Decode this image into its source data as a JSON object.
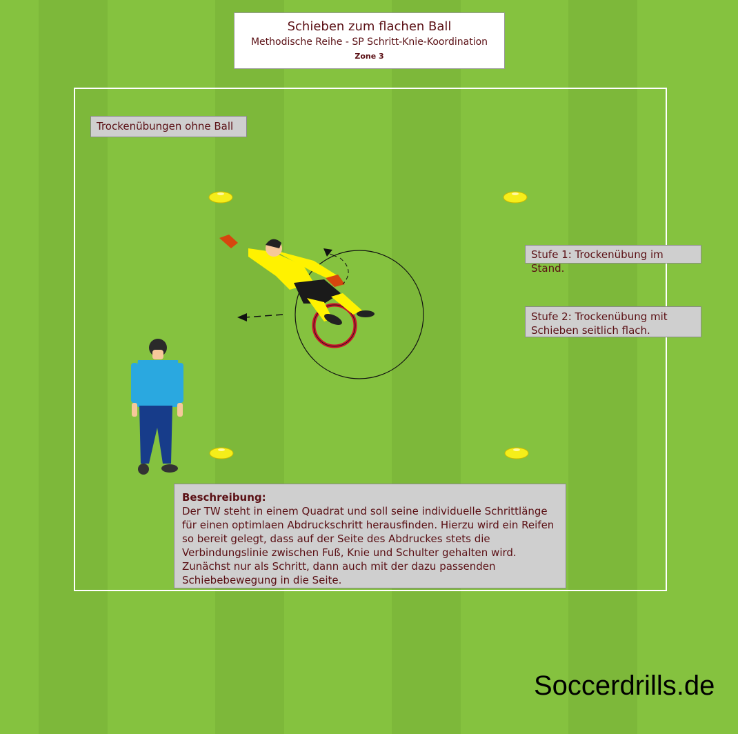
{
  "title": {
    "main": "Schieben zum flachen Ball",
    "subtitle": "Methodische Reihe - SP Schritt-Knie-Koordination",
    "zone": "Zone 3"
  },
  "labels": {
    "dry": "Trockenübungen ohne Ball",
    "stage1": "Stufe 1: Trockenübung im Stand.",
    "stage2": "Stufe 2: Trockenübung mit Schieben seitlich flach."
  },
  "description": {
    "heading": "Beschreibung:",
    "text": "Der TW steht in einem Quadrat und soll seine individuelle Schrittlänge für einen optimlaen Abdruckschritt herausfinden. Hierzu wird ein Reifen so bereit gelegt, dass auf der Seite des Abdruckes stets die Verbindungslinie zwischen Fuß, Knie und Schulter gehalten wird. Zunächst nur als Schritt, dann auch mit der dazu passenden Schiebebewegung  in die Seite."
  },
  "brand": "Soccerdrills.de",
  "colors": {
    "grass": "#85c23f",
    "text": "#5a0f14",
    "cone": "#f5ee1a",
    "hoop": "#d0102a",
    "keeper_shirt": "#fff200",
    "coach_shirt": "#2aa8e0"
  }
}
